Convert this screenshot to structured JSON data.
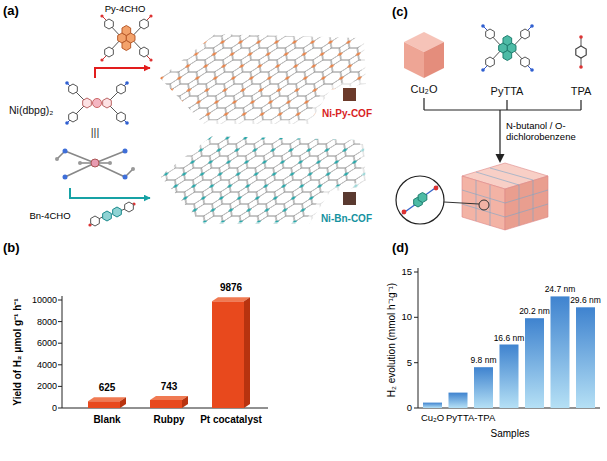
{
  "diagram": {
    "nodes": [
      {
        "text": [
          "Ni(dbpg)₂"
        ]
      },
      {
        "text": [
          "Ni-Py-COF"
        ]
      },
      {
        "text": [
          "Ni-Bn-COF"
        ]
      },
      {
        "text": [
          "Cu₂O"
        ]
      },
      {
        "text": [
          "PyTTA"
        ]
      },
      {
        "text": [
          "TPA"
        ]
      }
    ],
    "edges": [
      {
        "from": 0,
        "to": 1,
        "label": "Py-4CHO",
        "arrow": "to"
      },
      {
        "from": 0,
        "to": 2,
        "label": "Bn-4CHO",
        "arrow": "to"
      }
    ],
    "labels": [
      "(a)",
      "|||",
      "(b)",
      "Yield of H₂ μmol g⁻¹ h⁻¹",
      "0",
      "2000",
      "4000",
      "6000",
      "8000",
      "10000",
      "625",
      "743",
      "9876",
      "Blank",
      "Rubpy",
      "Pt cocatalyst",
      "(c)",
      "N-butanol / O-dichlorobenzene",
      "(d)",
      "H₂ evolution (mmol h⁻¹g⁻¹)",
      "0",
      "5",
      "10",
      "15",
      "Cu₂O",
      "PyTTA-TPA",
      "9.8 nm",
      "16.6 nm",
      "20.2 nm",
      "24.7 nm",
      "29.6 nm",
      "Samples"
    ]
  }
}
